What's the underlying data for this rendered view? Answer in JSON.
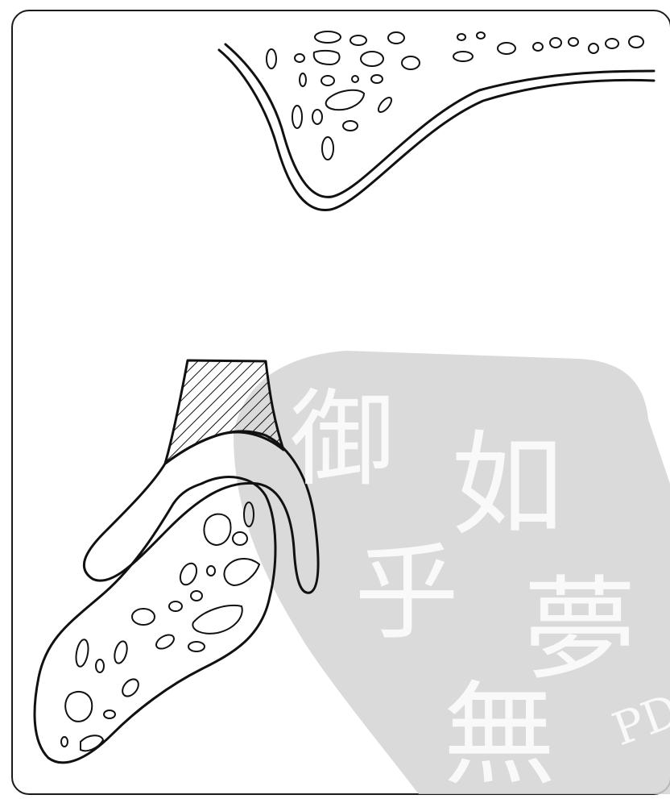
{
  "figure": {
    "top_panel": "upper-jaw-bone-section",
    "bottom_panel": "lower-jaw-denture-section"
  },
  "watermark": {
    "glyphs": [
      "御",
      "如",
      "乎",
      "夢",
      "無"
    ],
    "corner_text": "PD",
    "color": "#cfcfcf"
  },
  "colors": {
    "ink": "#111111",
    "paper": "#ffffff",
    "watermark": "#cfcfcf"
  }
}
